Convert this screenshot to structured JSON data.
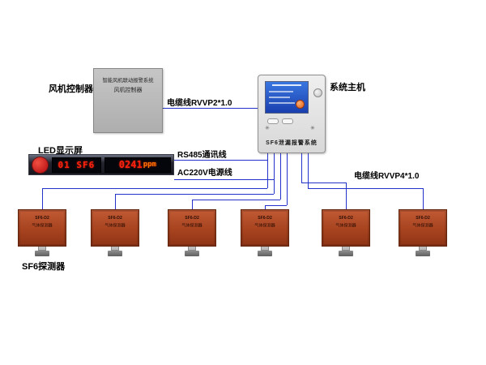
{
  "colors": {
    "wire": "#2233cc",
    "led-red": "#ff2010",
    "led-unit": "#ff7700",
    "detector-body": "#a8431f",
    "logo-red": "#c41e1e"
  },
  "labels": {
    "fan_controller": "风机控制器",
    "system_host": "系统主机",
    "led_display": "LED显示屏",
    "sf6_detector": "SF6探测器",
    "cable_rvvp2": "电缆线RVVP2*1.0",
    "rs485_line": "RS485通讯线",
    "ac220v_line": "AC220V电源线",
    "cable_rvvp4": "电缆线RVVP4*1.0"
  },
  "fan_controller": {
    "line1": "智能风机联动报警系统",
    "line2": "风机控制器"
  },
  "host": {
    "panel_label": "SF6泄漏报警系统"
  },
  "led": {
    "channel": "01 SF6",
    "value": "0241",
    "unit": "ppm"
  },
  "detector": {
    "model": "SF6-D2",
    "name": "气体探测器"
  }
}
